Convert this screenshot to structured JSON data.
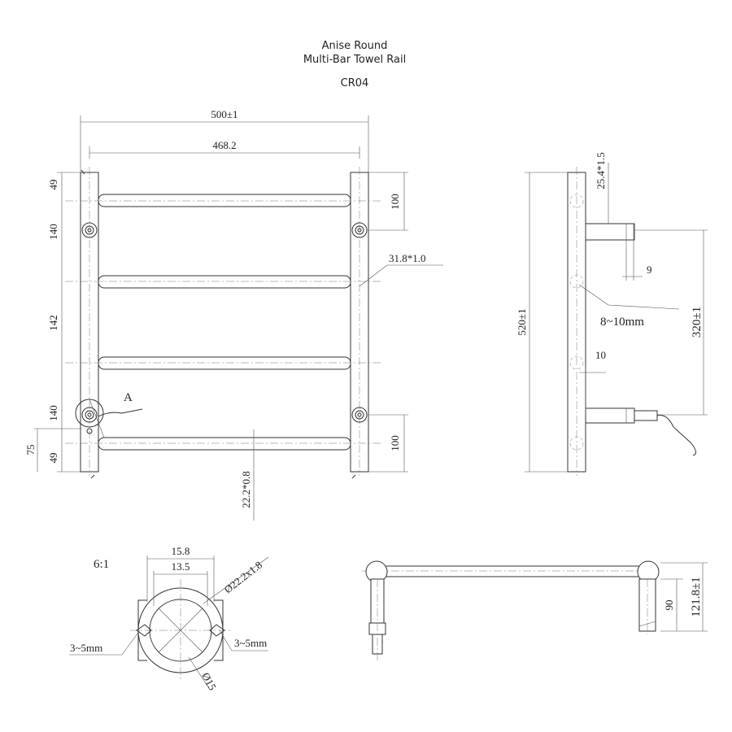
{
  "title": {
    "line1": "Anise Round",
    "line2": "Multi-Bar Towel Rail",
    "code": "CR04"
  },
  "front_view": {
    "width_outer": "500±1",
    "width_inner": "468.2",
    "bar_dia": "31.8*1.0",
    "rail_dia": "22.2*0.8",
    "spacing_top": "49",
    "spacing_1": "140",
    "spacing_2": "142",
    "spacing_3": "140",
    "spacing_bottom": "49",
    "bottom_75": "75",
    "right_top_100": "100",
    "right_bottom_100": "100",
    "detail_marker": "A"
  },
  "side_view": {
    "height": "520±1",
    "tube_spec": "25.4*1.5",
    "offset_9": "9",
    "hole_spec": "8~10mm",
    "offset_10": "10",
    "fix_spacing": "320±1"
  },
  "detail_view": {
    "scale": "6:1",
    "w_outer": "15.8",
    "w_inner": "13.5",
    "dia_outer": "Ø22.2x1.8",
    "dia_inner": "Ø15",
    "gap_left": "3~5mm",
    "gap_right": "3~5mm"
  },
  "top_view": {
    "depth_90": "90",
    "depth_total": "121.8±1"
  }
}
